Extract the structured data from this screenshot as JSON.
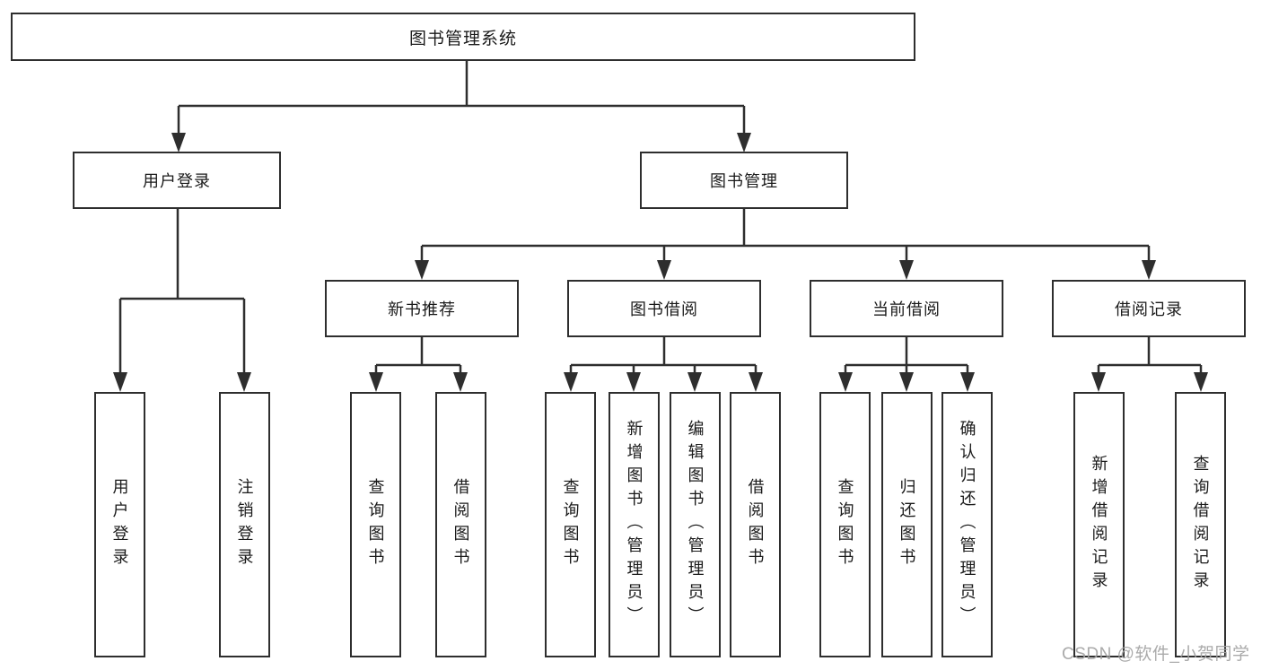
{
  "tree": {
    "root": "图书管理系统",
    "branches": [
      {
        "label": "用户登录",
        "children": [
          "用户登录",
          "注销登录"
        ]
      },
      {
        "label": "图书管理",
        "groups": [
          {
            "label": "新书推荐",
            "children": [
              "查询图书",
              "借阅图书"
            ]
          },
          {
            "label": "图书借阅",
            "children": [
              "查询图书",
              "新增图书（管理员）",
              "编辑图书（管理员）",
              "借阅图书"
            ]
          },
          {
            "label": "当前借阅",
            "children": [
              "查询图书",
              "归还图书",
              "确认归还（管理员）"
            ]
          },
          {
            "label": "借阅记录",
            "children": [
              "新增借阅记录",
              "查询借阅记录"
            ]
          }
        ]
      }
    ]
  },
  "watermark": "CSDN @软件_小贺同学",
  "colors": {
    "line": "#2e2e2e",
    "box_border": "#2e2e2e",
    "text": "#1a1a1a",
    "watermark": "#a3a3a3",
    "background": "#ffffff"
  }
}
